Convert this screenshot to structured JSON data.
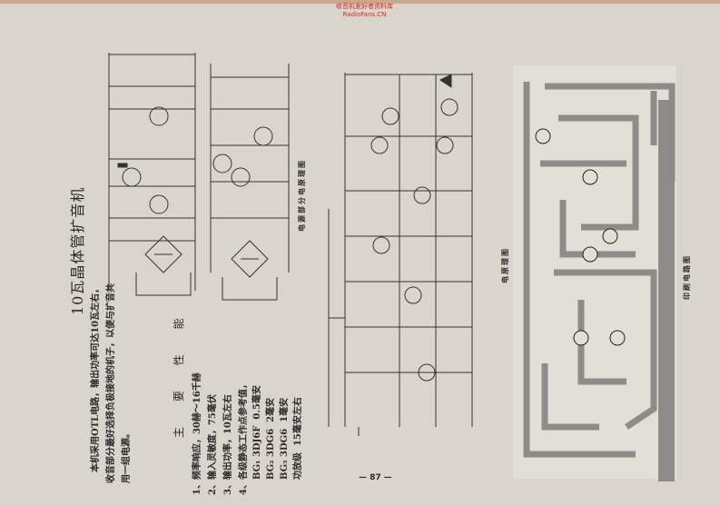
{
  "watermark": {
    "line1": "收音机爱好者资料库",
    "line2": "RadioFans.CN"
  },
  "article": {
    "title": "10瓦晶体管扩音机",
    "paragraph": [
      "本机采用OTL电路，输出功率可达10瓦左右，",
      "收音部分最好选择负极接地的机子，以便与扩音共",
      "用一组电源。"
    ],
    "specs_heading": "主 要 性 能",
    "specs": [
      "1、频率响应，30赫～16千赫",
      "2、输入灵敏度，75毫伏",
      "3、输出功率，10瓦左右",
      "4、各级静态工作点参考值，"
    ],
    "static_points": [
      {
        "label": "BG₁ 3DJ6F",
        "value": "0.5毫安"
      },
      {
        "label": "BG₂ 3DG6",
        "value": "2毫安"
      },
      {
        "label": "BG₃ 3DG6",
        "value": "1毫安"
      },
      {
        "label": "功放级",
        "value": "15毫安左右"
      }
    ]
  },
  "captions": {
    "power_schematic": "电源部分电原理图",
    "schematic": "电原理图",
    "pcb": "印刷电路图"
  },
  "page_number": "— 87 —"
}
